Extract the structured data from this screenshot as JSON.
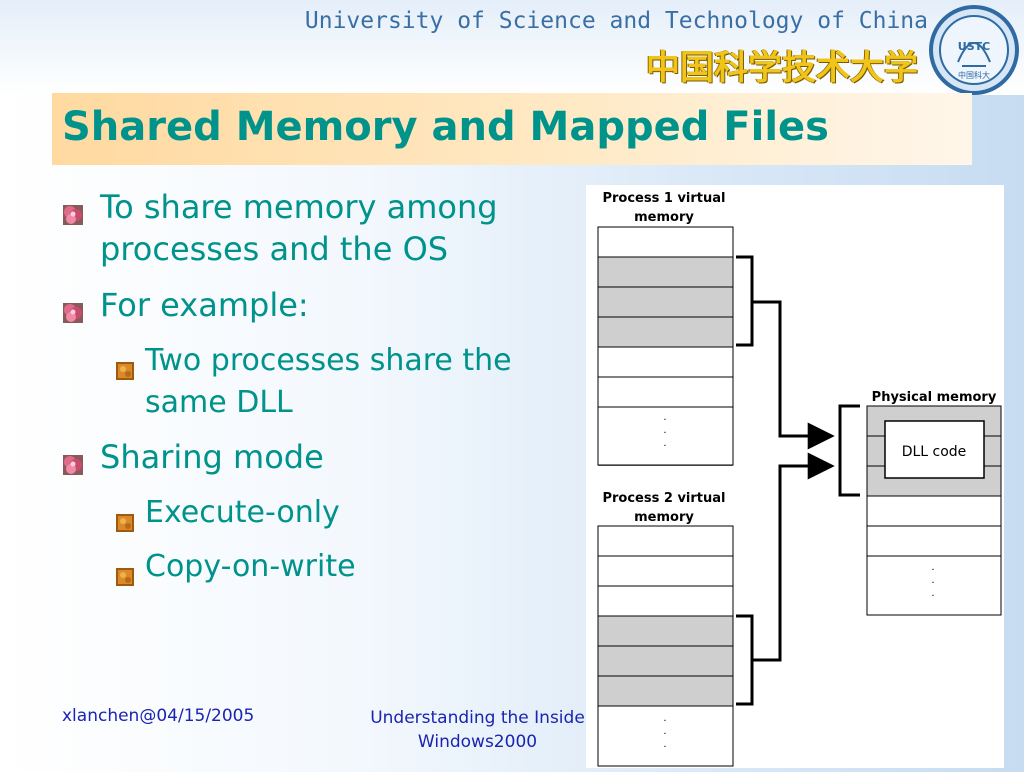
{
  "header": {
    "university_en": "University of Science and Technology of China",
    "university_cn": "中国科学技术大学",
    "logo_text_top": "USTC",
    "logo_text_bottom": "中国科大"
  },
  "slide": {
    "title": "Shared Memory and Mapped Files",
    "bullets": [
      {
        "level": 1,
        "text": "To share memory among processes and the OS"
      },
      {
        "level": 1,
        "text": "For example:"
      },
      {
        "level": 2,
        "text": "Two processes share the same DLL"
      },
      {
        "level": 1,
        "text": "Sharing mode"
      },
      {
        "level": 2,
        "text": "Execute-only"
      },
      {
        "level": 2,
        "text": "Copy-on-write"
      }
    ]
  },
  "diagram": {
    "process1_label_line1": "Process 1 virtual",
    "process1_label_line2": "memory",
    "process2_label_line1": "Process 2 virtual",
    "process2_label_line2": "memory",
    "physical_label": "Physical memory",
    "dll_label": "DLL code",
    "ellipsis": "·",
    "colors": {
      "shared_block": "#cfcfcf",
      "free_block": "#ffffff",
      "line": "#000000"
    }
  },
  "footer": {
    "author": "xlanchen@04/15/2005",
    "course_line1": "Understanding the Inside",
    "course_line2": "Windows2000"
  }
}
